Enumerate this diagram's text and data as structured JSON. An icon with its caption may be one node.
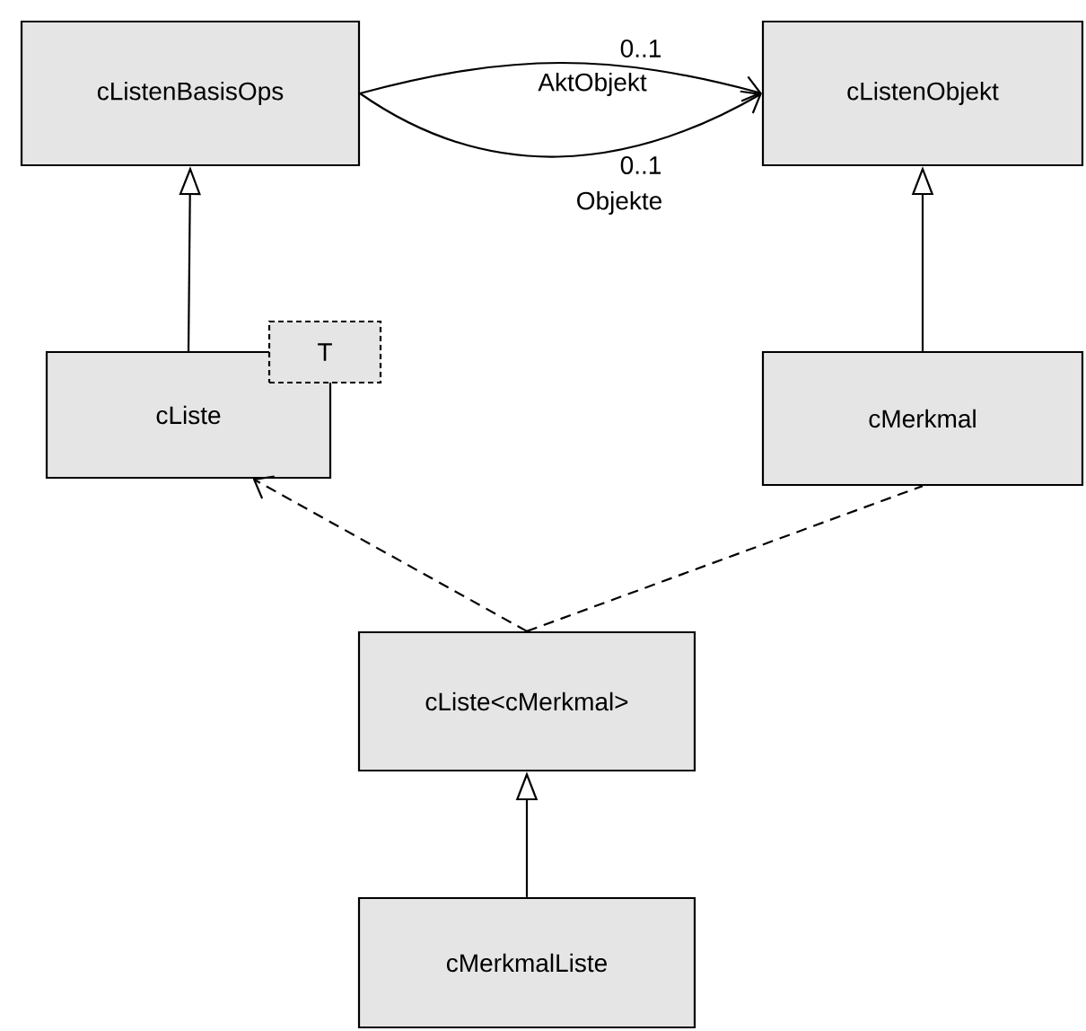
{
  "diagram": {
    "nodes": [
      {
        "text": [
          "cListenBasisOps"
        ]
      },
      {
        "text": [
          "cListenObjekt"
        ]
      },
      {
        "text": [
          "cListe"
        ]
      },
      {
        "text": [
          "T"
        ]
      },
      {
        "text": [
          "cMerkmal"
        ]
      },
      {
        "text": [
          "cListe<cMerkmal>"
        ]
      },
      {
        "text": [
          "cMerkmalListe"
        ]
      }
    ],
    "edges": [
      {
        "from": 0,
        "to": 1,
        "arrow": "to",
        "label": "AktObjekt"
      },
      {
        "from": 0,
        "to": 1,
        "arrow": "to",
        "label": "Objekte"
      },
      {
        "from": 2,
        "to": 0,
        "arrow": "to"
      },
      {
        "from": 4,
        "to": 1,
        "arrow": "to"
      },
      {
        "from": 5,
        "to": 2,
        "arrow": "to",
        "style": "dashed"
      },
      {
        "from": 5,
        "to": 4,
        "arrow": "none",
        "style": "dashed"
      },
      {
        "from": 6,
        "to": 5,
        "arrow": "to"
      }
    ],
    "labels": [
      "0..1",
      "0..1"
    ]
  }
}
